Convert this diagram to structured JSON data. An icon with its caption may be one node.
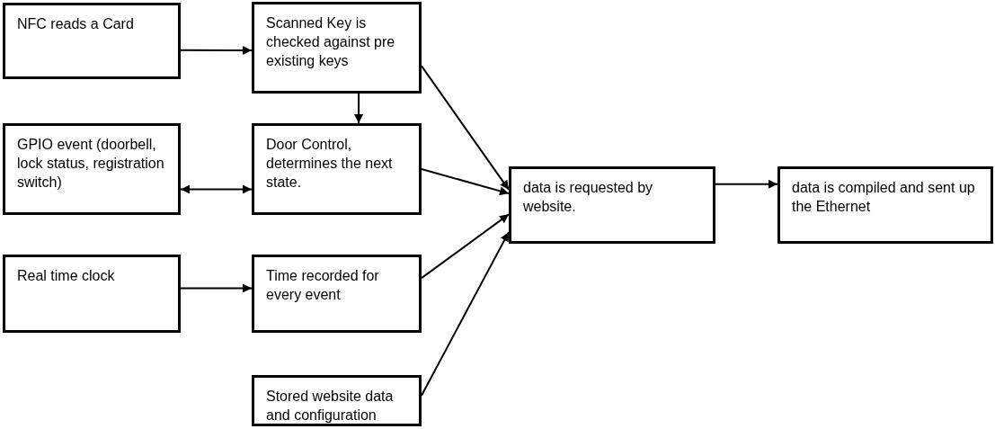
{
  "diagram": {
    "nodes": [
      {
        "text": [
          "NFC reads a Card"
        ]
      },
      {
        "text": [
          "Scanned Key is checked against pre existing keys"
        ]
      },
      {
        "text": [
          "GPIO event (doorbell, lock status, registration switch)"
        ]
      },
      {
        "text": [
          "Door Control, determines the next state."
        ]
      },
      {
        "text": [
          "Real time clock"
        ]
      },
      {
        "text": [
          "Time recorded for every event"
        ]
      },
      {
        "text": [
          "Stored website data and configuration"
        ]
      },
      {
        "text": [
          "data is requested by website."
        ]
      },
      {
        "text": [
          "data is compiled and sent up the Ethernet"
        ]
      }
    ],
    "edges": [
      {
        "from": 0,
        "to": 1,
        "arrow": "to"
      },
      {
        "from": 1,
        "to": 3,
        "arrow": "to"
      },
      {
        "from": 2,
        "to": 3,
        "arrow": "both"
      },
      {
        "from": 4,
        "to": 5,
        "arrow": "to"
      },
      {
        "from": 1,
        "to": 7,
        "arrow": "to"
      },
      {
        "from": 3,
        "to": 7,
        "arrow": "to"
      },
      {
        "from": 5,
        "to": 7,
        "arrow": "to"
      },
      {
        "from": 6,
        "to": 7,
        "arrow": "to"
      },
      {
        "from": 7,
        "to": 8,
        "arrow": "to"
      }
    ]
  }
}
